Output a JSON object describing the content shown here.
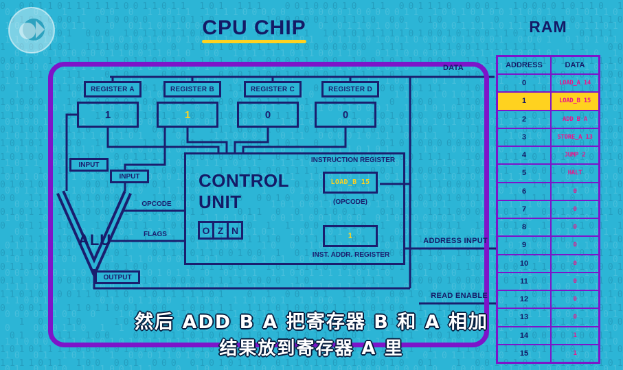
{
  "colors": {
    "background": "#2cb5d6",
    "navy": "#1a1e6e",
    "purple": "#7d14c9",
    "yellow": "#ffd21f",
    "magenta": "#e8168c",
    "subtitle_white": "#ffffff"
  },
  "logo": {
    "name": "PBS"
  },
  "title": "CPU CHIP",
  "cpu": {
    "registers": [
      {
        "label": "REGISTER A",
        "value": "1",
        "highlight": false
      },
      {
        "label": "REGISTER B",
        "value": "1",
        "highlight": true
      },
      {
        "label": "REGISTER C",
        "value": "0",
        "highlight": false
      },
      {
        "label": "REGISTER D",
        "value": "0",
        "highlight": false
      }
    ],
    "control_unit": {
      "line1": "CONTROL",
      "line2": "UNIT"
    },
    "flags": {
      "label": "FLAGS",
      "boxes": [
        "O",
        "Z",
        "N"
      ]
    },
    "instruction_register": {
      "label": "INSTRUCTION REGISTER",
      "value": "LOAD_B 15",
      "sublabel": "(OPCODE)"
    },
    "inst_addr_register": {
      "label": "INST. ADDR. REGISTER",
      "value": "1"
    },
    "alu": {
      "label": "ALU",
      "input1": "INPUT",
      "input2": "INPUT",
      "opcode": "OPCODE",
      "output": "OUTPUT"
    },
    "buses": {
      "data": "DATA",
      "address_input": "ADDRESS INPUT",
      "read_enable": "READ ENABLE"
    }
  },
  "ram": {
    "title": "RAM",
    "headers": [
      "ADDRESS",
      "DATA"
    ],
    "rows": [
      {
        "address": "0",
        "data": "LOAD_A 14",
        "highlight": false
      },
      {
        "address": "1",
        "data": "LOAD_B 15",
        "highlight": true
      },
      {
        "address": "2",
        "data": "ADD B A",
        "highlight": false
      },
      {
        "address": "3",
        "data": "STORE_A 13",
        "highlight": false
      },
      {
        "address": "4",
        "data": "JUMP 2",
        "highlight": false
      },
      {
        "address": "5",
        "data": "HALT",
        "highlight": false
      },
      {
        "address": "6",
        "data": "0",
        "highlight": false
      },
      {
        "address": "7",
        "data": "0",
        "highlight": false
      },
      {
        "address": "8",
        "data": "0",
        "highlight": false
      },
      {
        "address": "9",
        "data": "0",
        "highlight": false
      },
      {
        "address": "10",
        "data": "0",
        "highlight": false
      },
      {
        "address": "11",
        "data": "0",
        "highlight": false
      },
      {
        "address": "12",
        "data": "0",
        "highlight": false
      },
      {
        "address": "13",
        "data": "0",
        "highlight": false
      },
      {
        "address": "14",
        "data": "1",
        "highlight": false
      },
      {
        "address": "15",
        "data": "1",
        "highlight": false
      }
    ]
  },
  "subtitles": {
    "line1": "然后 ADD B A 把寄存器 B 和 A 相加",
    "line2": "结果放到寄存器 A 里"
  }
}
